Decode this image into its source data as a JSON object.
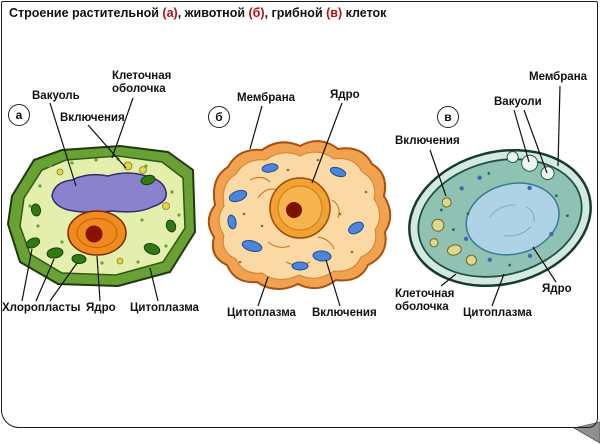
{
  "title": {
    "segments": [
      {
        "text": "Строение растительной "
      },
      {
        "text": "(а)",
        "highlight": true
      },
      {
        "text": ", животной "
      },
      {
        "text": "(б)",
        "highlight": true
      },
      {
        "text": ", грибной "
      },
      {
        "text": "(в)",
        "highlight": true
      },
      {
        "text": " клеток"
      }
    ]
  },
  "cells": {
    "plant": {
      "letter": "а",
      "labels": {
        "vacuole": "Вакуоль",
        "cell_wall": "Клеточная оболочка",
        "inclusions": "Включения",
        "chloroplasts": "Хлоропласты",
        "nucleus": "Ядро",
        "cytoplasm": "Цитоплазма"
      }
    },
    "animal": {
      "letter": "б",
      "labels": {
        "membrane": "Мембрана",
        "nucleus": "Ядро",
        "cytoplasm": "Цитоплазма",
        "inclusions": "Включения"
      }
    },
    "fungal": {
      "letter": "в",
      "labels": {
        "membrane": "Мембрана",
        "vacuoles": "Вакуоли",
        "inclusions": "Включения",
        "cell_wall": "Клеточная оболочка",
        "cytoplasm": "Цитоплазма",
        "nucleus": "Ядро"
      }
    }
  },
  "colors": {
    "title_highlight_red": "#b01010",
    "plant_wall_green": "#69a135",
    "plant_cytoplasm_green": "#e4efad",
    "vacuole_purple": "#8a82cc",
    "nucleus_orange": "#ef8b1f",
    "nucleolus_dark_red": "#8b1200",
    "chloroplast_green": "#2f7a12",
    "animal_cell_orange": "#f0a250",
    "animal_cytoplasm_orange": "#fbd9a4",
    "organelle_blue": "#4d86d8",
    "fungal_cytoplasm_teal": "#8fc2b2",
    "fungal_nucleus_blue": "#aed3e4"
  }
}
